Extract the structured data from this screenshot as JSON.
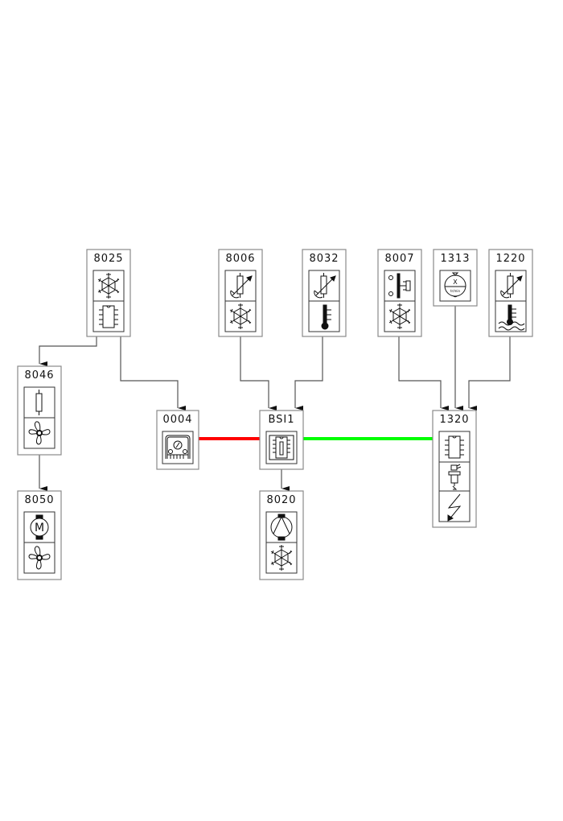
{
  "diagram": {
    "title": "",
    "bus_colors": {
      "can_red": "#ff0000",
      "can_green": "#00ff00"
    },
    "nodes": [
      {
        "id": "8025",
        "label": "8025",
        "icons": [
          "snowflake-icon",
          "ic-chip-icon"
        ]
      },
      {
        "id": "8006",
        "label": "8006",
        "icons": [
          "sensor-adjust-icon",
          "snowflake-icon"
        ]
      },
      {
        "id": "8032",
        "label": "8032",
        "icons": [
          "sensor-adjust-icon",
          "thermometer-icon"
        ]
      },
      {
        "id": "8007",
        "label": "8007",
        "icons": [
          "pressure-switch-icon",
          "snowflake-icon"
        ]
      },
      {
        "id": "1313",
        "label": "1313",
        "icons": [
          "rpm-sensor-icon"
        ]
      },
      {
        "id": "1220",
        "label": "1220",
        "icons": [
          "sensor-adjust-icon",
          "coolant-temp-icon"
        ]
      },
      {
        "id": "8046",
        "label": "8046",
        "icons": [
          "resistor-icon",
          "fan-icon"
        ]
      },
      {
        "id": "8050",
        "label": "8050",
        "icons": [
          "motor-icon",
          "fan-icon"
        ]
      },
      {
        "id": "0004",
        "label": "0004",
        "icons": [
          "instrument-panel-icon"
        ]
      },
      {
        "id": "BSI1",
        "label": "BSI1",
        "icons": [
          "ecu-module-icon"
        ]
      },
      {
        "id": "8020",
        "label": "8020",
        "icons": [
          "compressor-icon",
          "snowflake-icon"
        ]
      },
      {
        "id": "1320",
        "label": "1320",
        "icons": [
          "ic-chip-icon",
          "injector-icon",
          "ignition-icon"
        ]
      }
    ],
    "connections": [
      {
        "from": "8025",
        "to": "8046",
        "type": "wire"
      },
      {
        "from": "8025",
        "to": "0004",
        "type": "wire"
      },
      {
        "from": "8046",
        "to": "8050",
        "type": "wire"
      },
      {
        "from": "8006",
        "to": "BSI1",
        "type": "wire"
      },
      {
        "from": "8032",
        "to": "BSI1",
        "type": "wire"
      },
      {
        "from": "BSI1",
        "to": "8020",
        "type": "wire"
      },
      {
        "from": "8007",
        "to": "1320",
        "type": "wire"
      },
      {
        "from": "1313",
        "to": "1320",
        "type": "wire"
      },
      {
        "from": "1220",
        "to": "1320",
        "type": "wire"
      },
      {
        "from": "0004",
        "to": "BSI1",
        "type": "bus",
        "color": "#ff0000"
      },
      {
        "from": "BSI1",
        "to": "1320",
        "type": "bus",
        "color": "#00ff00"
      }
    ]
  }
}
